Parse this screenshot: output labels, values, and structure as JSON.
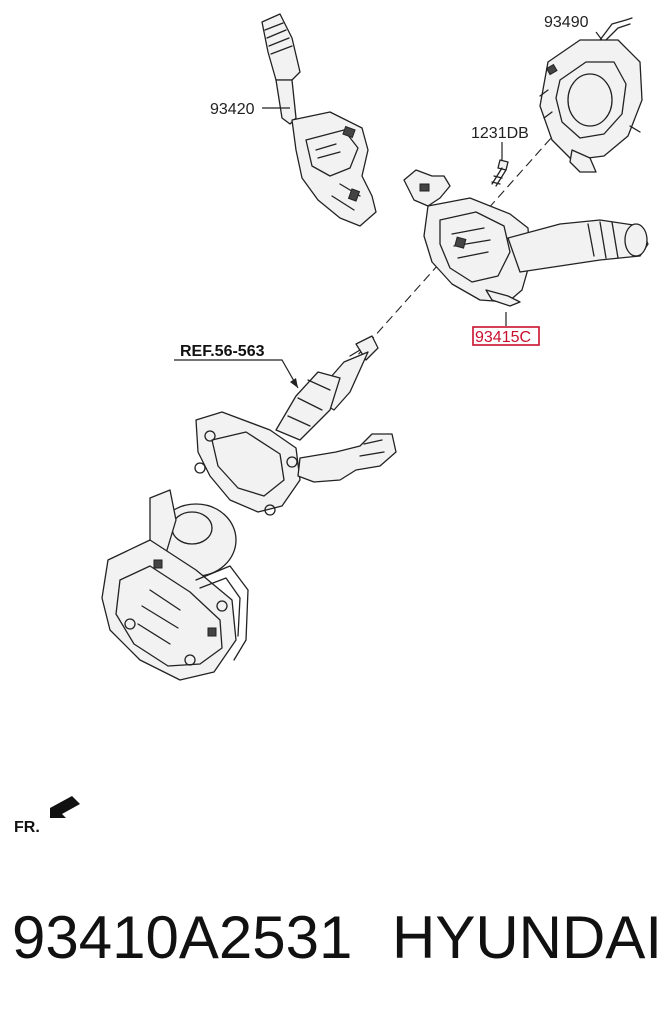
{
  "diagram": {
    "callouts": {
      "multifunction_switch": "93490",
      "wiper_switch": "93420",
      "screw": "1231DB",
      "switch_assembly": "93415C",
      "column_reference": "REF.56-563"
    },
    "front_indicator": "FR.",
    "highlight_color": "#c8102e"
  },
  "footer": {
    "part_number": "93410A2531",
    "brand": "HYUNDAI"
  }
}
